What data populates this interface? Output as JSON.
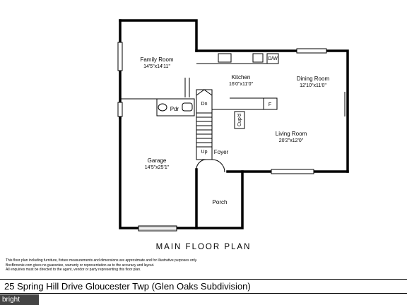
{
  "rooms": {
    "family_room": {
      "name": "Family Room",
      "dims": "14'5\"x14'11\""
    },
    "kitchen": {
      "name": "Kitchen",
      "dims": "16'0\"x11'0\""
    },
    "dining_room": {
      "name": "Dining Room",
      "dims": "12'10\"x11'0\""
    },
    "living_room": {
      "name": "Living Room",
      "dims": "20'2\"x12'0\""
    },
    "garage": {
      "name": "Garage",
      "dims": "14'5\"x25'1\""
    },
    "porch": {
      "name": "Porch"
    },
    "foyer": {
      "name": "Foyer"
    },
    "pdr": {
      "name": "Pdr"
    }
  },
  "fixtures": {
    "dishwasher": "D/W",
    "fridge": "F",
    "cupboard": "Cup'd",
    "stair_down": "Dn",
    "stair_up": "Up"
  },
  "title": "MAIN FLOOR PLAN",
  "disclaimer": [
    "This floor plan including furniture, fixture measurements and dimensions are approximate and for illustrative purposes only.",
    "BoxBrownie.com gives no guarantee, warranty or representation as to the accuracy and layout.",
    "All enquiries must be directed to the agent, vendor or party representing this floor plan."
  ],
  "address": "25 Spring Hill Drive Gloucester Twp (Glen Oaks Subdivision)",
  "badge": "bright"
}
